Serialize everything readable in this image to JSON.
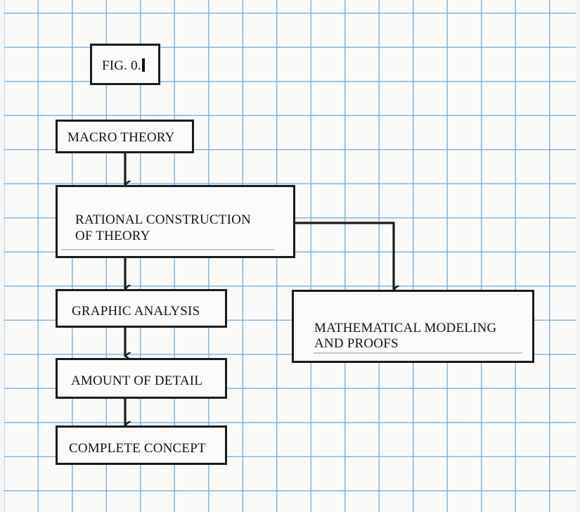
{
  "figure": {
    "label": "FIG. 0."
  },
  "nodes": {
    "macro_theory": "MACRO THEORY",
    "rational_construction": {
      "line1": "RATIONAL CONSTRUCTION",
      "line2": "OF THEORY"
    },
    "graphic_analysis": "GRAPHIC ANALYSIS",
    "amount_of_detail": "AMOUNT OF DETAIL",
    "complete_concept": "COMPLETE CONCEPT",
    "mathematical_modeling": {
      "line1": "MATHEMATICAL MODELING",
      "line2": "AND PROOFS"
    }
  },
  "edges": [
    {
      "from": "MACRO THEORY",
      "to": "RATIONAL CONSTRUCTION OF THEORY"
    },
    {
      "from": "RATIONAL CONSTRUCTION OF THEORY",
      "to": "GRAPHIC ANALYSIS"
    },
    {
      "from": "RATIONAL CONSTRUCTION OF THEORY",
      "to": "MATHEMATICAL MODELING AND PROOFS"
    },
    {
      "from": "GRAPHIC ANALYSIS",
      "to": "AMOUNT OF DETAIL"
    },
    {
      "from": "AMOUNT OF DETAIL",
      "to": "COMPLETE CONCEPT"
    }
  ],
  "colors": {
    "grid": "#6eaae1",
    "paper": "#fafbf9",
    "ink": "#1b1b1b"
  }
}
